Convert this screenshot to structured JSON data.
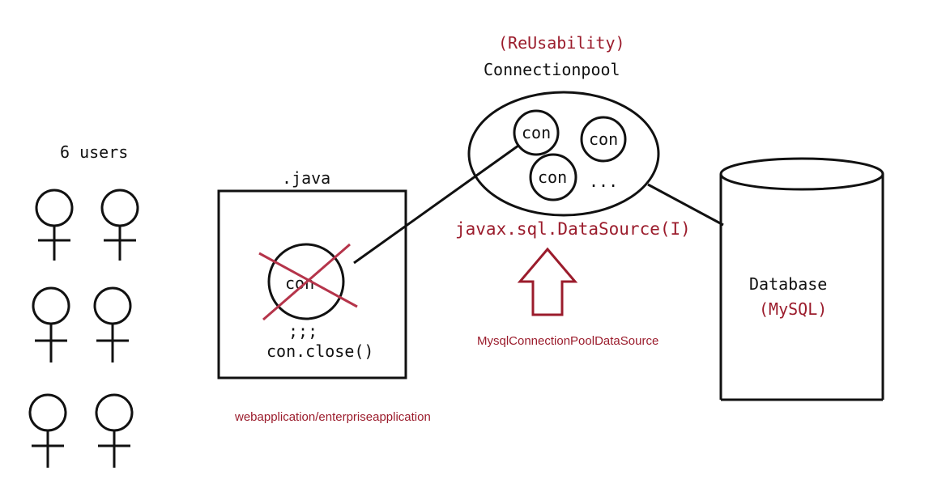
{
  "users": {
    "title": "6 users",
    "count": 6
  },
  "java_box": {
    "title": ".java",
    "con_label": "con",
    "dots_label": ";;;",
    "close_label": "con.close()"
  },
  "app_caption": "webapplication/enterpriseapplication",
  "pool": {
    "reusability_label": "(ReUsability)",
    "title": "Connectionpool",
    "con_1": "con",
    "con_2": "con",
    "con_3": "con",
    "ellipsis": "...",
    "datasource_label": "javax.sql.DataSource(I)",
    "impl_label": "MysqlConnectionPoolDataSource"
  },
  "database": {
    "title": "Database",
    "subtitle": "(MySQL)"
  },
  "colors": {
    "accent_red": "#9b1c2c",
    "ink": "#111111"
  }
}
